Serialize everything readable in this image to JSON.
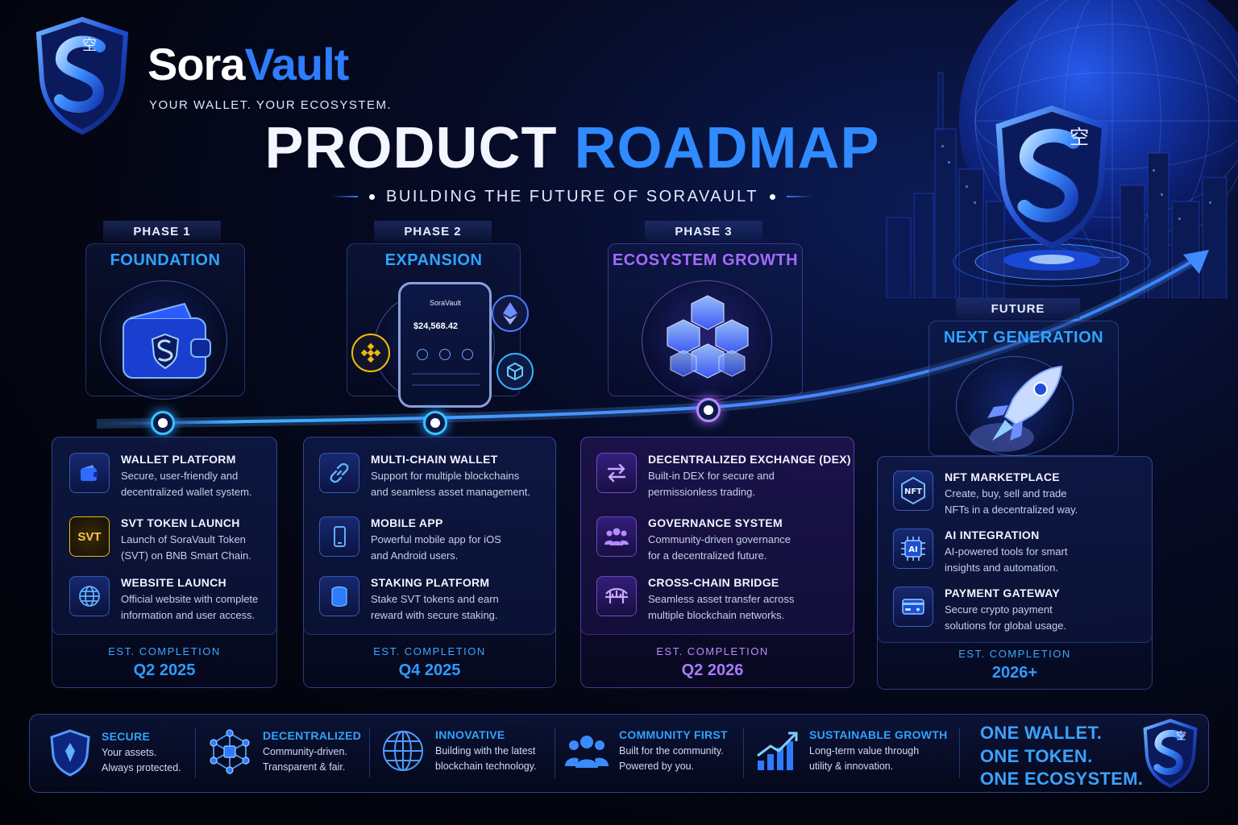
{
  "brand": {
    "name_part1": "Sora",
    "name_part2": "Vault",
    "tagline": "YOUR WALLET. YOUR ECOSYSTEM.",
    "logo_glyph": "空"
  },
  "header": {
    "title_part1": "PRODUCT",
    "title_part2": "ROADMAP",
    "subtitle": "BUILDING THE FUTURE OF SORAVAULT"
  },
  "colors": {
    "accent_blue": "#2f8bff",
    "accent_cyan": "#36c5ff",
    "accent_purple": "#a46bff",
    "background": "#03050f"
  },
  "phases": [
    {
      "tab": "PHASE 1",
      "title": "FOUNDATION",
      "emblem_icon": "wallet-icon",
      "items": [
        {
          "icon": "wallet-icon",
          "title": "WALLET PLATFORM",
          "desc1": "Secure, user-friendly and",
          "desc2": "decentralized wallet system."
        },
        {
          "icon": "svt-token-icon",
          "icon_text": "SVT",
          "title": "SVT TOKEN LAUNCH",
          "desc1": "Launch of SoraVault Token",
          "desc2": "(SVT) on BNB Smart Chain."
        },
        {
          "icon": "globe-icon",
          "title": "WEBSITE LAUNCH",
          "desc1": "Official website with complete",
          "desc2": "information and user access."
        }
      ],
      "est_label": "EST. COMPLETION",
      "est_date": "Q2 2025"
    },
    {
      "tab": "PHASE 2",
      "title": "EXPANSION",
      "emblem_icon": "mobile-app-icon",
      "phone": {
        "brand": "SoraVault",
        "balance": "$24,568.42"
      },
      "items": [
        {
          "icon": "chain-link-icon",
          "title": "MULTI-CHAIN WALLET",
          "desc1": "Support for multiple blockchains",
          "desc2": "and seamless asset management."
        },
        {
          "icon": "smartphone-icon",
          "title": "MOBILE APP",
          "desc1": "Powerful mobile app for iOS",
          "desc2": "and Android users."
        },
        {
          "icon": "database-icon",
          "title": "STAKING PLATFORM",
          "desc1": "Stake SVT tokens and earn",
          "desc2": "reward with secure staking."
        }
      ],
      "est_label": "EST. COMPLETION",
      "est_date": "Q4 2025"
    },
    {
      "tab": "PHASE 3",
      "title": "ECOSYSTEM GROWTH",
      "emblem_icon": "cubes-icon",
      "items": [
        {
          "icon": "swap-arrows-icon",
          "title": "DECENTRALIZED EXCHANGE (DEX)",
          "desc1": "Built-in DEX for secure and",
          "desc2": "permissionless trading."
        },
        {
          "icon": "community-icon",
          "title": "GOVERNANCE SYSTEM",
          "desc1": "Community-driven governance",
          "desc2": "for a decentralized future."
        },
        {
          "icon": "bridge-icon",
          "title": "CROSS-CHAIN BRIDGE",
          "desc1": "Seamless asset transfer across",
          "desc2": "multiple blockchain networks."
        }
      ],
      "est_label": "EST. COMPLETION",
      "est_date": "Q2 2026"
    },
    {
      "tab": "FUTURE",
      "title": "NEXT GENERATION",
      "emblem_icon": "rocket-icon",
      "items": [
        {
          "icon": "nft-icon",
          "icon_text": "NFT",
          "title": "NFT MARKETPLACE",
          "desc1": "Create, buy, sell and trade",
          "desc2": "NFTs in a decentralized way."
        },
        {
          "icon": "ai-chip-icon",
          "icon_text": "AI",
          "title": "AI INTEGRATION",
          "desc1": "AI-powered tools for smart",
          "desc2": "insights and automation."
        },
        {
          "icon": "payment-card-icon",
          "title": "PAYMENT GATEWAY",
          "desc1": "Secure crypto payment",
          "desc2": "solutions for global usage."
        }
      ],
      "est_label": "EST. COMPLETION",
      "est_date": "2026+"
    }
  ],
  "pillars": [
    {
      "icon": "shield-icon",
      "title": "SECURE",
      "desc1": "Your assets.",
      "desc2": "Always protected."
    },
    {
      "icon": "network-icon",
      "title": "DECENTRALIZED",
      "desc1": "Community-driven.",
      "desc2": "Transparent & fair."
    },
    {
      "icon": "globe-icon",
      "title": "INNOVATIVE",
      "desc1": "Building with the latest",
      "desc2": "blockchain technology."
    },
    {
      "icon": "community-icon",
      "title": "COMMUNITY FIRST",
      "desc1": "Built for the community.",
      "desc2": "Powered by you."
    },
    {
      "icon": "growth-chart-icon",
      "title": "SUSTAINABLE GROWTH",
      "desc1": "Long-term value through",
      "desc2": "utility & innovation."
    }
  ],
  "slogan": {
    "line1": "ONE WALLET.",
    "line2": "ONE TOKEN.",
    "line3": "ONE ECOSYSTEM."
  }
}
